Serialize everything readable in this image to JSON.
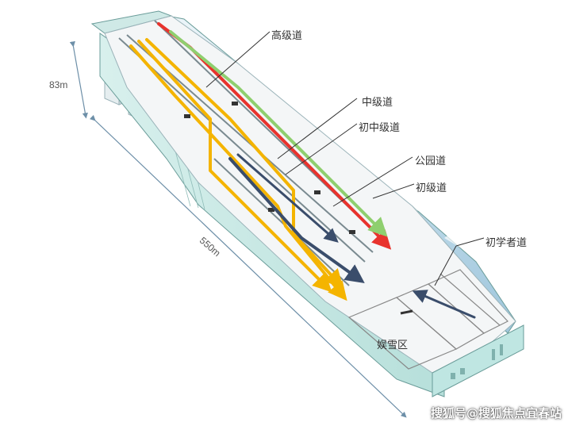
{
  "dimensions": {
    "height_label": "83m",
    "length_label": "550m"
  },
  "trails": [
    {
      "id": "advanced",
      "label": "高级道",
      "color": "#e8332d"
    },
    {
      "id": "intermediate",
      "label": "中级道",
      "color": "#f4b400"
    },
    {
      "id": "low-intermediate",
      "label": "初中级道",
      "color": "#f4b400"
    },
    {
      "id": "park",
      "label": "公园道",
      "color": "#3a4d6b"
    },
    {
      "id": "beginner",
      "label": "初级道",
      "color": "#8fcf6f"
    },
    {
      "id": "novice",
      "label": "初学者道",
      "color": "#3a4d6b"
    }
  ],
  "areas": {
    "snow_play": "娱雪区"
  },
  "watermark": "搜狐号@搜狐焦点宜春站",
  "colors": {
    "building_teal": "#bfe6e2",
    "building_edge": "#6a9c99",
    "slope_floor": "#f4f6f7",
    "mountain_mural": "#d7e9f2"
  }
}
